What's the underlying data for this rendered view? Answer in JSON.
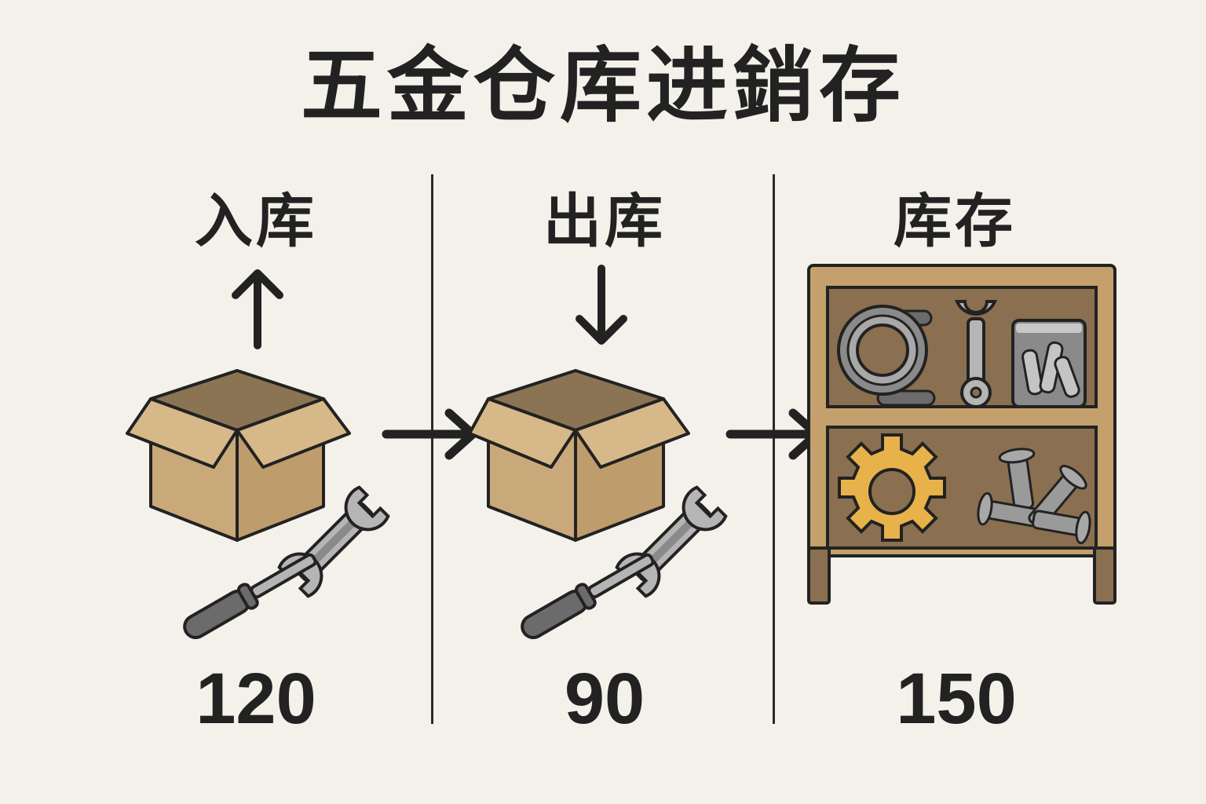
{
  "title": "五金仓库进銷存",
  "columns": [
    {
      "label": "入库",
      "value": "120",
      "direction_icon": "arrow-up-icon",
      "illustration": "box-with-tools"
    },
    {
      "label": "出库",
      "value": "90",
      "direction_icon": "arrow-down-icon",
      "illustration": "box-with-tools"
    },
    {
      "label": "库存",
      "value": "150",
      "illustration": "shelf-with-hardware"
    }
  ],
  "flow_icons": [
    "arrow-right-icon",
    "arrow-right-icon"
  ],
  "colors": {
    "background": "#f4f1ea",
    "ink": "#222222",
    "box": "#c9a97a",
    "box_inner": "#8a7454",
    "metal": "#b5b5b5",
    "handle": "#6b6b6b",
    "wood": "#c4a06c",
    "shelf_back": "#8a7050",
    "gear": "#e8b24a"
  }
}
